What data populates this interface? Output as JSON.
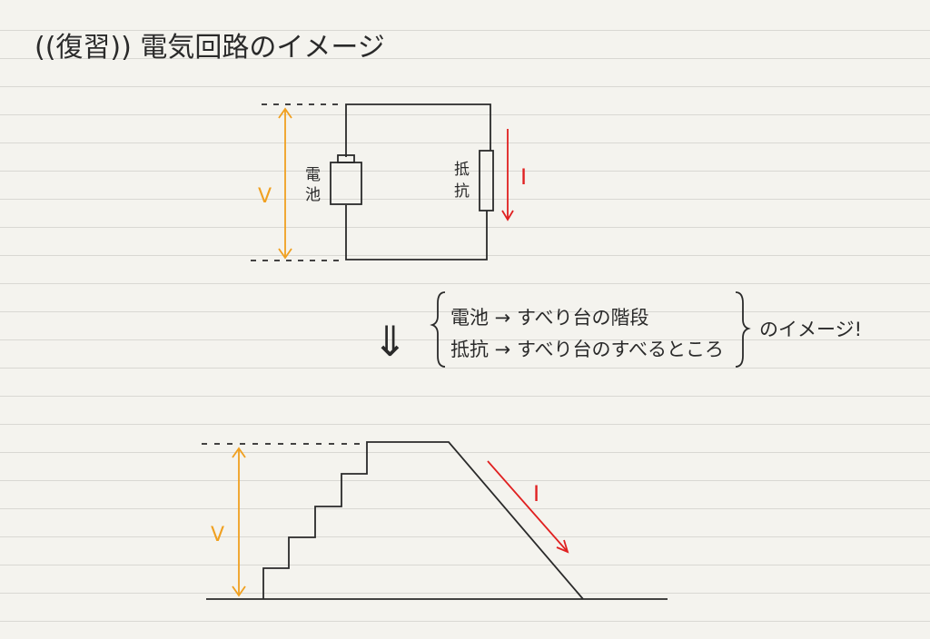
{
  "title": "((復習)) 電気回路のイメージ",
  "circuit": {
    "battery_label_1": "電",
    "battery_label_2": "池",
    "resistor_label_1": "抵",
    "resistor_label_2": "抗",
    "voltage_label": "V",
    "current_label": "I"
  },
  "analogy": {
    "arrow": "⇓",
    "line1": "電池 → すべり台の階段",
    "line2": "抵抗 → すべり台のすべるところ",
    "suffix": "のイメージ!"
  },
  "slide": {
    "voltage_label": "V",
    "current_label": "I"
  },
  "colors": {
    "ink": "#2a2a2a",
    "voltage": "#f0a020",
    "current": "#e02020",
    "paper": "#f4f3ee"
  }
}
